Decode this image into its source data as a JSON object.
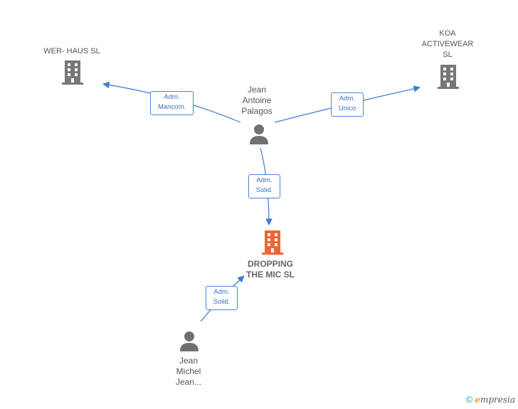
{
  "nodes": {
    "wer_haus": {
      "label": "WER- HAUS  SL",
      "type": "company"
    },
    "koa": {
      "label": "KOA\nACTIVEWEAR\nSL",
      "type": "company"
    },
    "jean_antoine": {
      "label": "Jean\nAntoine\nPalagos",
      "type": "person"
    },
    "dropping": {
      "label": "DROPPING\nTHE MIC  SL",
      "type": "company",
      "highlight": true
    },
    "jean_michel": {
      "label": "Jean\nMichel\nJean...",
      "type": "person"
    }
  },
  "edges": {
    "e1": {
      "line1": "Adm.",
      "line2": "Mancom."
    },
    "e2": {
      "line1": "Adm.",
      "line2": "Unico"
    },
    "e3": {
      "line1": "Adm.",
      "line2": "Solid."
    },
    "e4": {
      "line1": "Adm.",
      "line2": "Solid."
    }
  },
  "colors": {
    "edge": "#3a7bd5",
    "company": "#777777",
    "highlight": "#f06533",
    "person": "#707070"
  },
  "footer": {
    "copyright_symbol": "©",
    "brand_first": "e",
    "brand_rest": "mpresia"
  }
}
